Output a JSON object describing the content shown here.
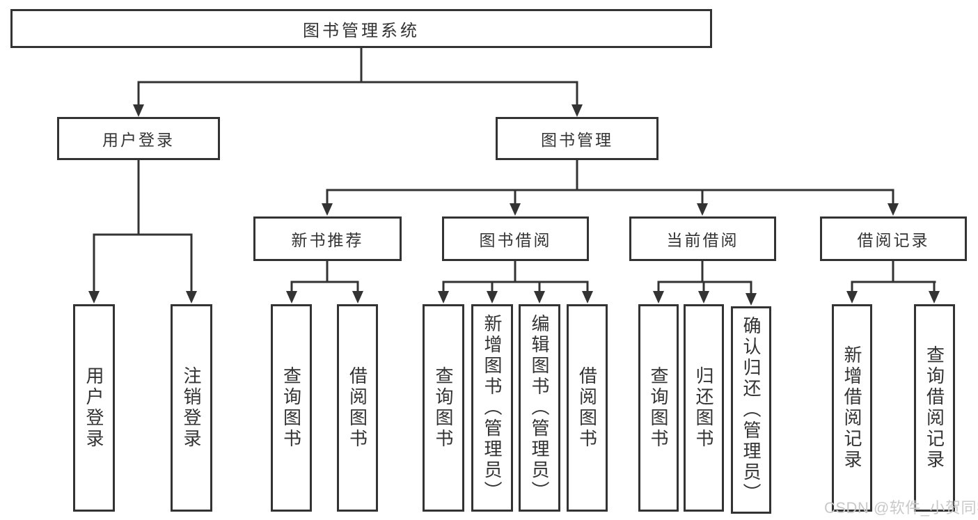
{
  "colors": {
    "line": "#333333",
    "box_border": "#333333",
    "background": "#ffffff",
    "watermark": "#c9c9c9"
  },
  "watermark": {
    "text": "CSDN @软件_小贺同学"
  },
  "tree": {
    "label": "图书管理系统",
    "children": [
      {
        "label": "用户登录",
        "children": [
          {
            "label": "用户登录"
          },
          {
            "label": "注销登录"
          }
        ]
      },
      {
        "label": "图书管理",
        "children": [
          {
            "label": "新书推荐",
            "children": [
              {
                "label": "查询图书"
              },
              {
                "label": "借阅图书"
              }
            ]
          },
          {
            "label": "图书借阅",
            "children": [
              {
                "label": "查询图书"
              },
              {
                "label": "新增图书（管理员）"
              },
              {
                "label": "编辑图书（管理员）"
              },
              {
                "label": "借阅图书"
              }
            ]
          },
          {
            "label": "当前借阅",
            "children": [
              {
                "label": "查询图书"
              },
              {
                "label": "归还图书"
              },
              {
                "label": "确认归还（管理员）"
              }
            ]
          },
          {
            "label": "借阅记录",
            "children": [
              {
                "label": "新增借阅记录"
              },
              {
                "label": "查询借阅记录"
              }
            ]
          }
        ]
      }
    ]
  }
}
